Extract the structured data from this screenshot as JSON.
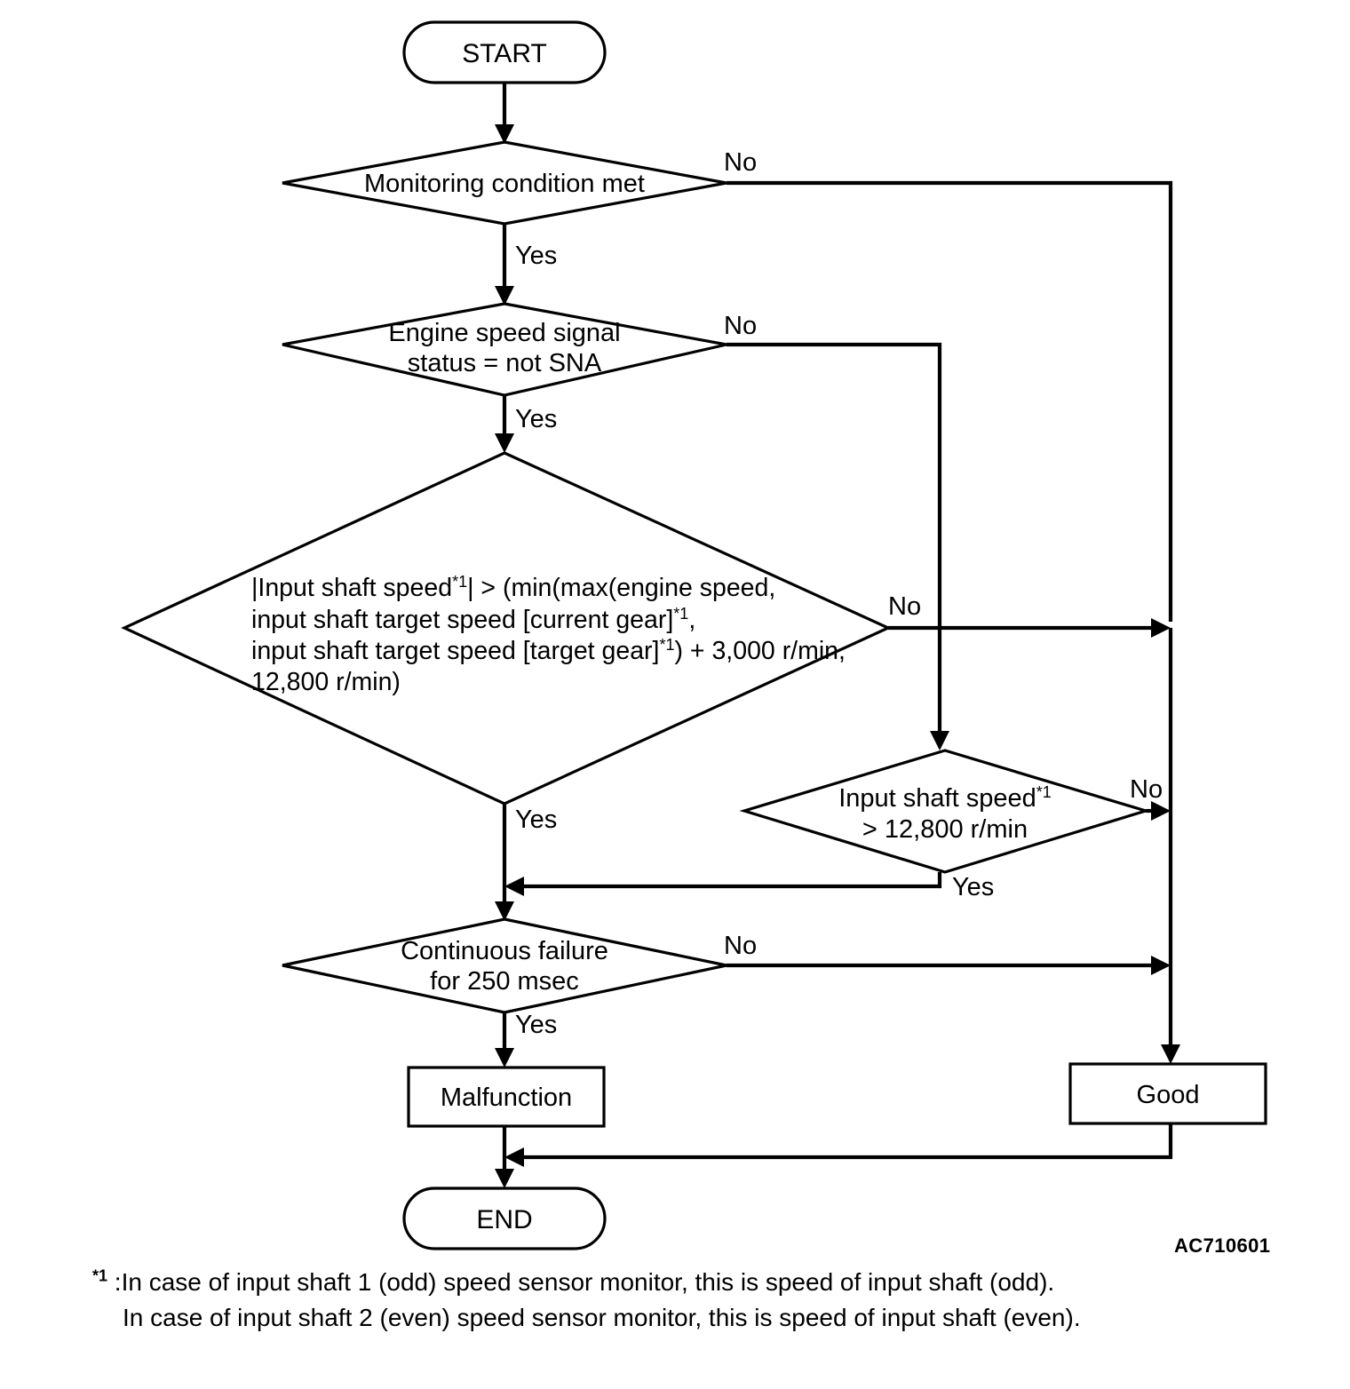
{
  "diagram": {
    "title": "Input shaft speed sensor monitor logic flow",
    "image_code": "AC710601",
    "terminals": {
      "start": "START",
      "end": "END"
    },
    "decisions": [
      {
        "id": "monitoring-condition",
        "lines": [
          "Monitoring condition met"
        ],
        "yes_label": "Yes",
        "no_label": "No"
      },
      {
        "id": "engine-speed-signal-status",
        "lines": [
          "Engine speed signal",
          "status = not SNA"
        ],
        "yes_label": "Yes",
        "no_label": "No"
      },
      {
        "id": "input-shaft-speed-threshold",
        "lines": [
          "|Input shaft speed*1| > (min(max(engine speed,",
          "input shaft target speed [current gear]*1,",
          "input shaft target speed [target gear]*1) + 3,000 r/min,",
          "12,800 r/min)"
        ],
        "yes_label": "Yes",
        "no_label": "No"
      },
      {
        "id": "input-shaft-speed-over-12800",
        "lines": [
          "Input shaft speed*1",
          "> 12,800 r/min"
        ],
        "yes_label": "Yes",
        "no_label": "No"
      },
      {
        "id": "continuous-failure",
        "lines": [
          "Continuous failure",
          "for 250 msec"
        ],
        "yes_label": "Yes",
        "no_label": "No"
      }
    ],
    "results": {
      "malfunction": "Malfunction",
      "good": "Good"
    },
    "footnote": {
      "marker": "*1",
      "line1": " :In case of input shaft 1 (odd) speed sensor monitor, this is speed of input shaft (odd).",
      "line2": "In case of input shaft 2 (even) speed sensor monitor, this is speed of input shaft (even)."
    },
    "colors": {
      "line": "#000000",
      "fill": "#ffffff",
      "text": "#000000"
    }
  }
}
